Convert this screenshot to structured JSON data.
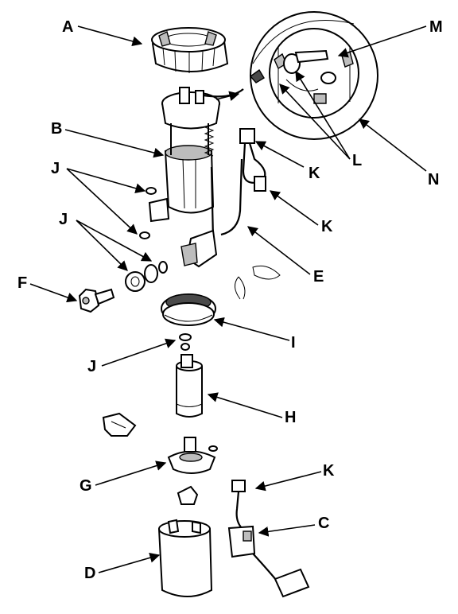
{
  "callouts": {
    "A": "A",
    "B": "B",
    "C": "C",
    "D": "D",
    "E": "E",
    "F": "F",
    "G": "G",
    "H": "H",
    "I": "I",
    "J1": "J",
    "J2": "J",
    "J3": "J",
    "K1": "K",
    "K2": "K",
    "K3": "K",
    "L": "L",
    "M": "M",
    "N": "N"
  }
}
